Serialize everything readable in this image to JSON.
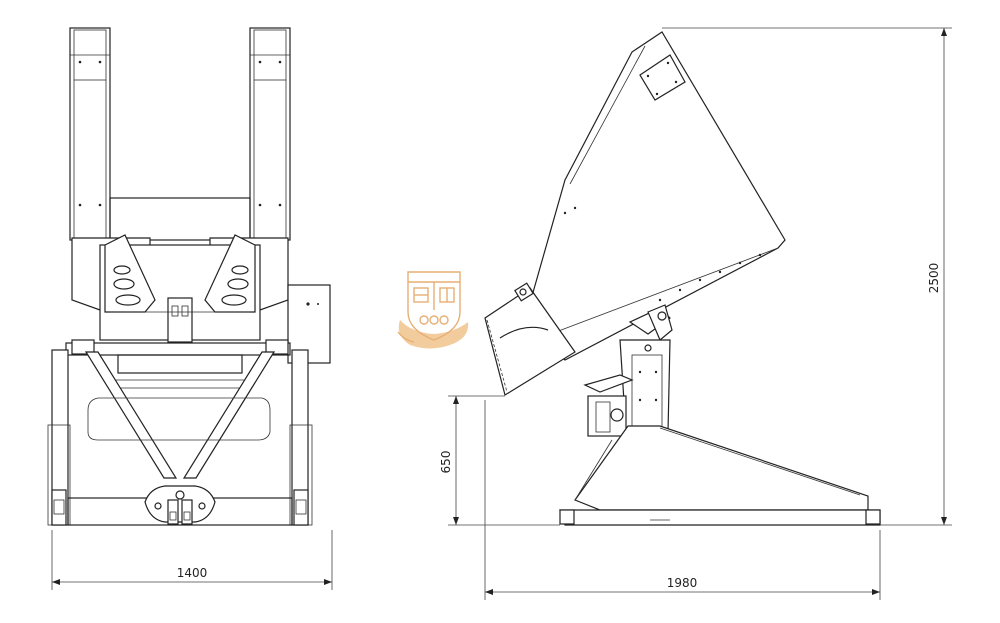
{
  "dimensions": {
    "width_front": "1400",
    "width_side": "1980",
    "height_total": "2500",
    "height_discharge": "650"
  },
  "colors": {
    "line": "#222222",
    "watermark": "#e3a25c"
  },
  "watermark": {
    "icon": "university-crest-watermark"
  }
}
